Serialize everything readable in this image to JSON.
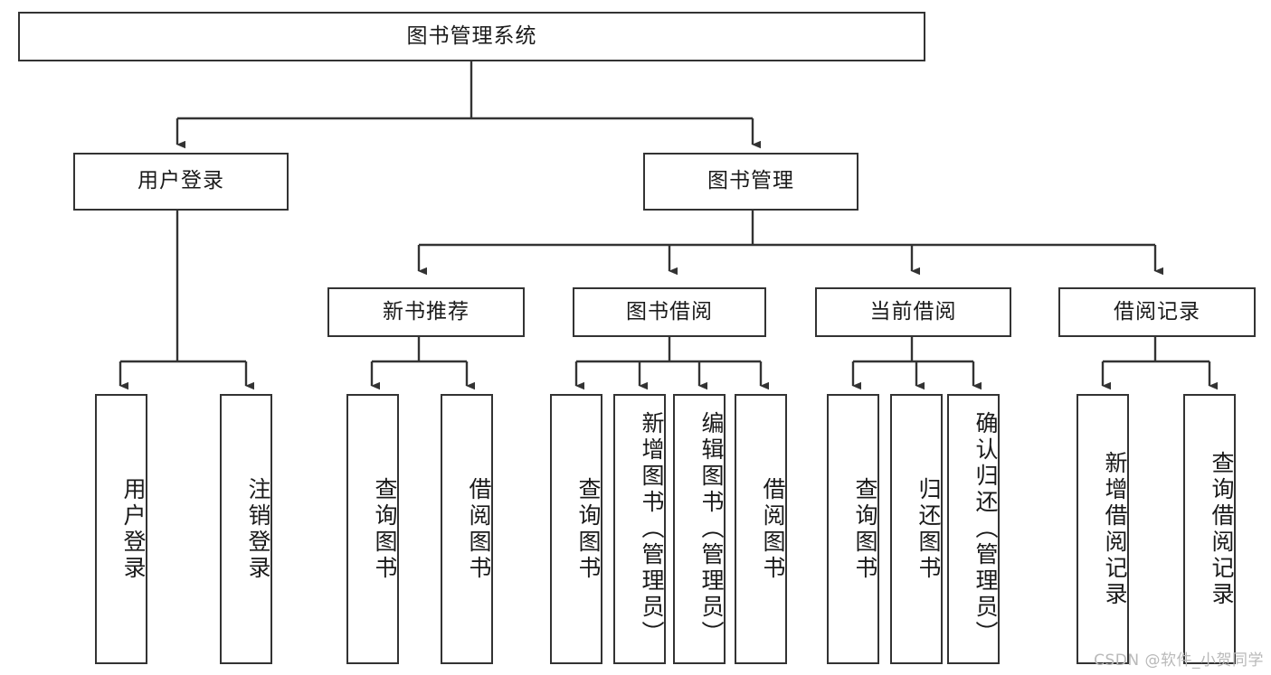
{
  "diagram": {
    "title": "图书管理系统",
    "type": "hierarchy-tree",
    "root": {
      "id": "root",
      "label": "图书管理系统"
    },
    "level2": [
      {
        "id": "user-login",
        "label": "用户登录"
      },
      {
        "id": "book-manage",
        "label": "图书管理"
      }
    ],
    "level3": [
      {
        "id": "new-book-recommend",
        "label": "新书推荐"
      },
      {
        "id": "book-borrow",
        "label": "图书借阅"
      },
      {
        "id": "current-borrow",
        "label": "当前借阅"
      },
      {
        "id": "borrow-record",
        "label": "借阅记录"
      }
    ],
    "leaves": {
      "user_login": [
        {
          "id": "leaf-user-login",
          "label": "用户登录"
        },
        {
          "id": "leaf-logout-login",
          "label": "注销登录"
        }
      ],
      "new_book_recommend": [
        {
          "id": "leaf-query-book-1",
          "label": "查询图书"
        },
        {
          "id": "leaf-borrow-book-1",
          "label": "借阅图书"
        }
      ],
      "book_borrow": [
        {
          "id": "leaf-query-book-2",
          "label": "查询图书"
        },
        {
          "id": "leaf-add-book",
          "label": "新增图书（管理员）"
        },
        {
          "id": "leaf-edit-book",
          "label": "编辑图书（管理员）"
        },
        {
          "id": "leaf-borrow-book-2",
          "label": "借阅图书"
        }
      ],
      "current_borrow": [
        {
          "id": "leaf-query-book-3",
          "label": "查询图书"
        },
        {
          "id": "leaf-return-book",
          "label": "归还图书"
        },
        {
          "id": "leaf-confirm-return",
          "label": "确认归还（管理员）"
        }
      ],
      "borrow_record": [
        {
          "id": "leaf-add-record",
          "label": "新增借阅记录"
        },
        {
          "id": "leaf-query-record",
          "label": "查询借阅记录"
        }
      ]
    }
  },
  "watermark": {
    "text": "CSDN @软件_小贺同学"
  },
  "colors": {
    "border": "#333333",
    "text": "#1a1a1a",
    "background": "#ffffff",
    "watermark": "#b9b9b9"
  }
}
